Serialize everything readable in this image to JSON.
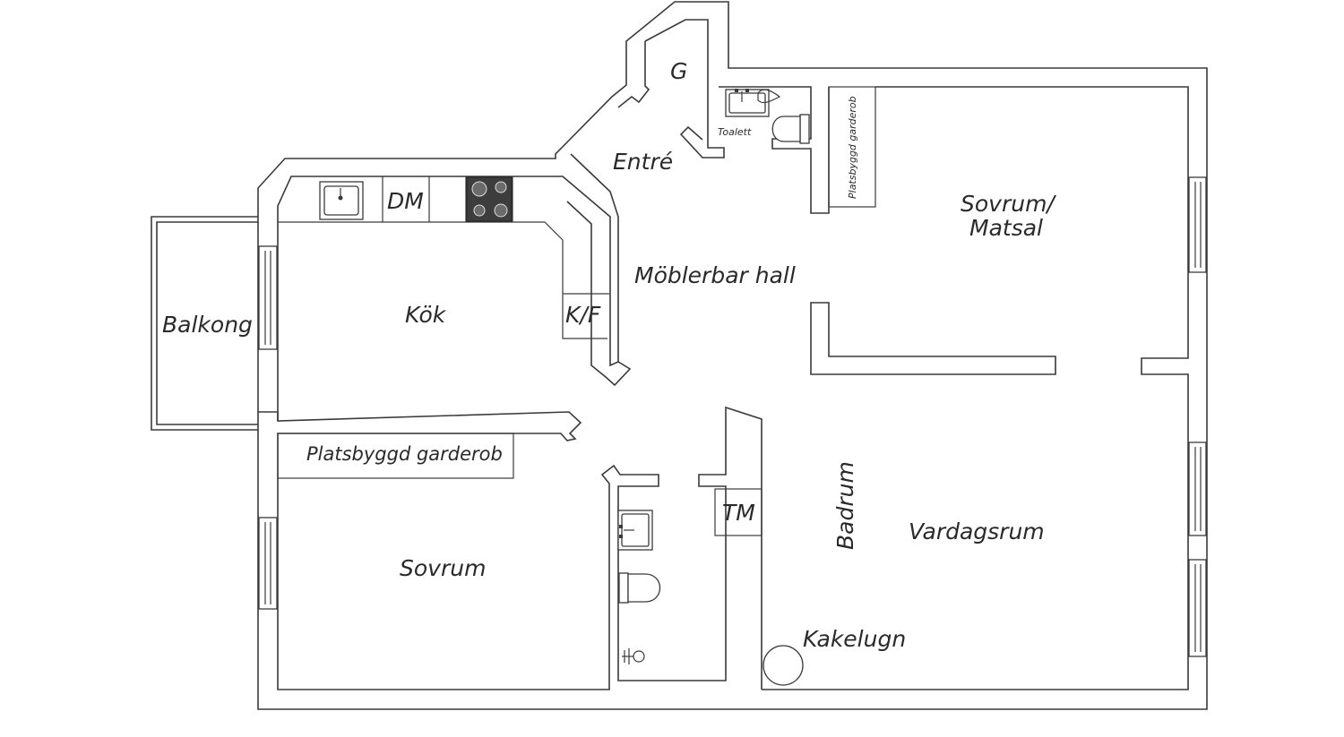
{
  "floorplan": {
    "rooms": {
      "entre": "Entré",
      "garderob_g": "G",
      "toalett": "Toalett",
      "garderob_small": "Platsbyggd garderob",
      "sovrum_matsal_line1": "Sovrum/",
      "sovrum_matsal_line2": "Matsal",
      "hall": "Möblerbar hall",
      "kok": "Kök",
      "balkong": "Balkong",
      "garderob_large": "Platsbyggd garderob",
      "sovrum": "Sovrum",
      "badrum": "Badrum",
      "vardagsrum": "Vardagsrum",
      "kakelugn": "Kakelugn"
    },
    "appliances": {
      "dishwasher": "DM",
      "fridge_freezer": "K/F",
      "washer": "TM"
    }
  }
}
